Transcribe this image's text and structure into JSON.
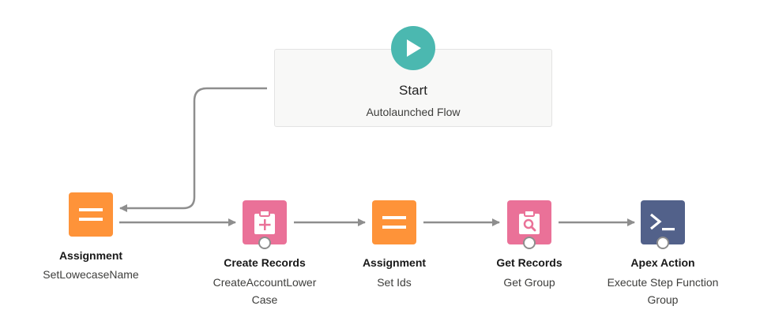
{
  "start": {
    "title": "Start",
    "subtitle": "Autolaunched Flow",
    "icon": "play-icon",
    "color": "#4bb8b0"
  },
  "nodes": [
    {
      "type": "Assignment",
      "label": "SetLowecaseName",
      "icon": "assignment-icon",
      "color": "#fe9339"
    },
    {
      "type": "Create Records",
      "label": "CreateAccountLower Case",
      "label_lines": [
        "CreateAccountLower",
        "Case"
      ],
      "icon": "create-records-icon",
      "color": "#ea7198"
    },
    {
      "type": "Assignment",
      "label": "Set Ids",
      "icon": "assignment-icon",
      "color": "#fe9339"
    },
    {
      "type": "Get Records",
      "label": "Get Group",
      "icon": "get-records-icon",
      "color": "#ea7198"
    },
    {
      "type": "Apex Action",
      "label": "Execute Step Function Group",
      "label_lines": [
        "Execute Step Function",
        "Group"
      ],
      "icon": "apex-action-icon",
      "color": "#52618a"
    }
  ],
  "connector_color": "#8e8e8e"
}
